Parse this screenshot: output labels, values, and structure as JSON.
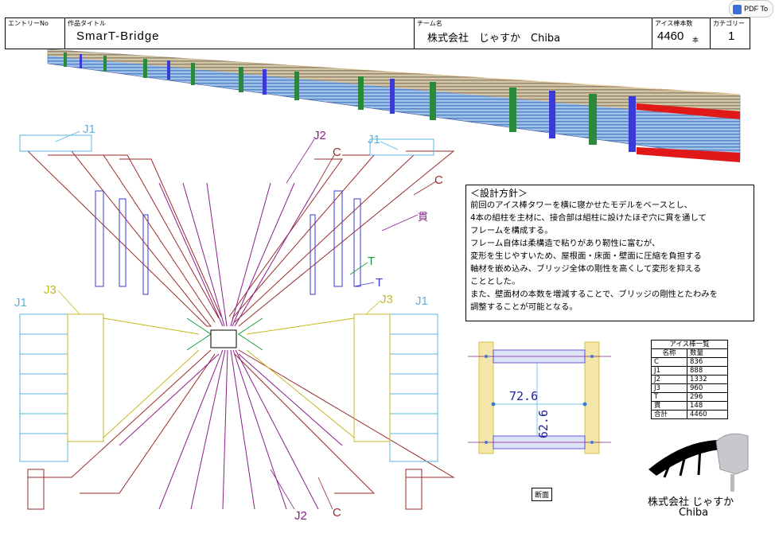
{
  "toolbar": {
    "pdf_label": "PDF To"
  },
  "header": {
    "entry_label": "エントリーNo",
    "entry_value": "",
    "title_label": "作品タイトル",
    "title_value": "SmarT-Bridge",
    "team_label": "チーム名",
    "team_value": "株式会社　じゃすか　Chiba",
    "count_label": "アイス棒本数",
    "count_value": "4460",
    "count_unit": "本",
    "category_label": "カテゴリー",
    "category_value": "1"
  },
  "perspective_labels": {
    "j1_top_left": "J1",
    "j2_top": "J2",
    "c_top": "C",
    "j1_top_right": "J1",
    "c_right": "C",
    "nuki": "貫",
    "t1": "T",
    "t2": "T",
    "j3_left": "J3",
    "j3_right": "J3",
    "j1_mid_left": "J1",
    "j1_mid_right": "J1",
    "j2_bottom": "J2",
    "c_bottom": "C"
  },
  "policy": {
    "title": "＜設計方針＞",
    "lines": [
      "前回のアイス棒タワーを横に寝かせたモデルをベースとし、",
      "4本の組柱を主材に、接合部は組柱に設けたほぞ穴に貫を通して",
      "フレームを構成する。",
      "フレーム自体は柔構造で粘りがあり靭性に富むが、",
      "変形を生じやすいため、屋根面・床面・壁面に圧縮を負担する",
      "軸材を嵌め込み、ブリッジ全体の剛性を高くして変形を抑える",
      "こととした。",
      "また、壁面材の本数を増減することで、ブリッジの剛性とたわみを",
      "調整することが可能となる。"
    ]
  },
  "section": {
    "width_value": "72.6",
    "height_value": "62.6",
    "caption": "断面"
  },
  "stick_table": {
    "title": "アイス棒一覧",
    "headers": [
      "名称",
      "数量"
    ],
    "rows": [
      [
        "C",
        "836"
      ],
      [
        "J1",
        "888"
      ],
      [
        "J2",
        "1332"
      ],
      [
        "J3",
        "960"
      ],
      [
        "T",
        "296"
      ],
      [
        "貫",
        "148"
      ],
      [
        "合計",
        "4460"
      ]
    ]
  },
  "logo": {
    "line1": "株式会社 じゃすか",
    "line2": "Chiba"
  },
  "colors": {
    "brown": "#9b2a2a",
    "purple": "#8a1f8a",
    "blue": "#3a3ad8",
    "cyan": "#59b5e0",
    "yellow": "#c8b820",
    "green": "#139c3c",
    "red": "#e01818"
  }
}
